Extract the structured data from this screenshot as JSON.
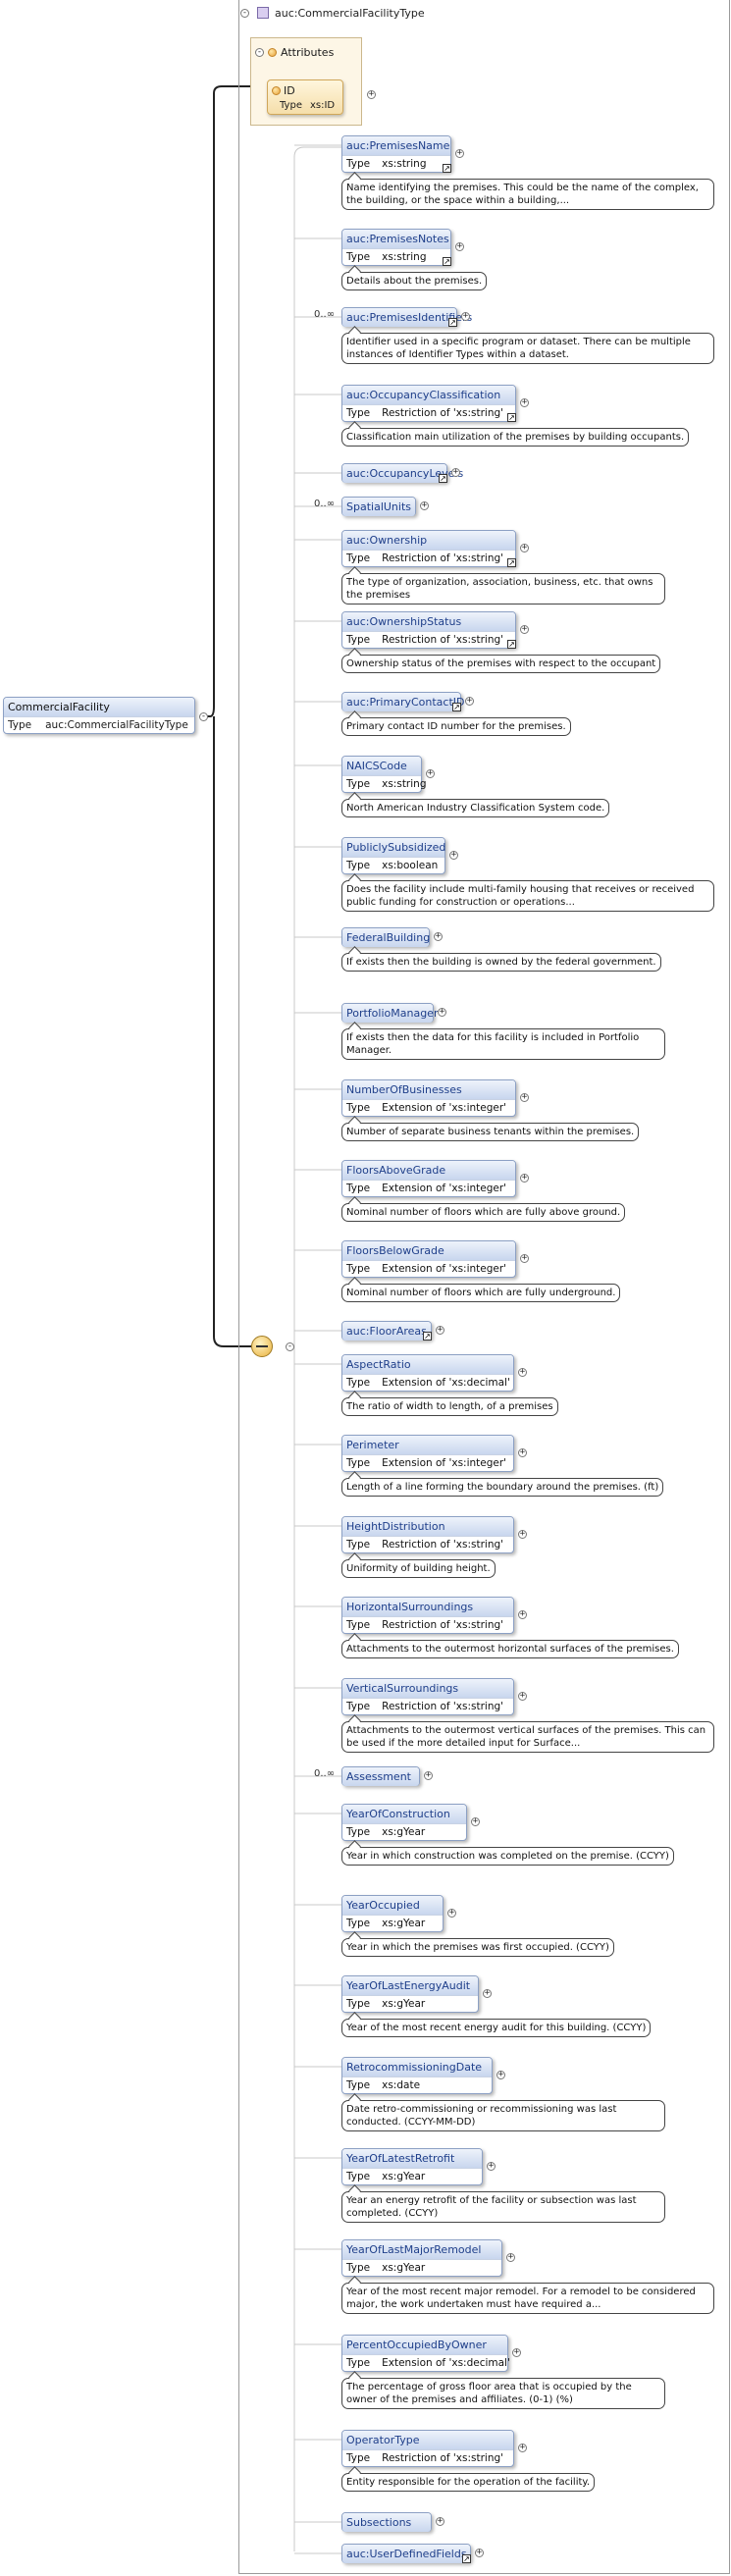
{
  "root": {
    "name": "CommercialFacility",
    "type_label": "Type",
    "type_value": "auc:CommercialFacilityType"
  },
  "complex_type": {
    "name": "auc:CommercialFacilityType",
    "attributes_label": "Attributes"
  },
  "attribute": {
    "name": "ID",
    "type_label": "Type",
    "type_value": "xs:ID"
  },
  "elements": [
    {
      "name": "auc:PremisesName",
      "type": "xs:string",
      "doc": "Name identifying the premises. This could be the name of the complex, the building, or the space within a building,...",
      "ref": true
    },
    {
      "name": "auc:PremisesNotes",
      "type": "xs:string",
      "doc": "Details about the premises.",
      "ref": true
    },
    {
      "name": "auc:PremisesIdentifiers",
      "card": "0..∞",
      "doc": "Identifier used in a specific program or dataset. There can be multiple instances of Identifier Types within a dataset.",
      "ref": true
    },
    {
      "name": "auc:OccupancyClassification",
      "type": "Restriction of 'xs:string'",
      "doc": "Classification main utilization of the premises by building occupants.",
      "ref": true
    },
    {
      "name": "auc:OccupancyLevels",
      "ref": true
    },
    {
      "name": "SpatialUnits",
      "card": "0..∞"
    },
    {
      "name": "auc:Ownership",
      "type": "Restriction of 'xs:string'",
      "doc": "The type of organization, association, business, etc. that owns the premises",
      "ref": true
    },
    {
      "name": "auc:OwnershipStatus",
      "type": "Restriction of 'xs:string'",
      "doc": "Ownership status of the premises with respect to the occupant",
      "ref": true
    },
    {
      "name": "auc:PrimaryContactID",
      "doc": "Primary contact ID number for the premises.",
      "ref": true
    },
    {
      "name": "NAICSCode",
      "type": "xs:string",
      "doc": "North American Industry Classification System code."
    },
    {
      "name": "PubliclySubsidized",
      "type": "xs:boolean",
      "doc": "Does the facility include multi-family housing that receives or received public funding for construction or operations..."
    },
    {
      "name": "FederalBuilding",
      "doc": "If exists then the building is owned by the federal government."
    },
    {
      "name": "PortfolioManager",
      "doc": "If exists then the data for this facility is included in Portfolio Manager."
    },
    {
      "name": "NumberOfBusinesses",
      "type": "Extension of 'xs:integer'",
      "doc": "Number of separate business tenants within the premises."
    },
    {
      "name": "FloorsAboveGrade",
      "type": "Extension of 'xs:integer'",
      "doc": "Nominal number of floors which are fully above ground."
    },
    {
      "name": "FloorsBelowGrade",
      "type": "Extension of 'xs:integer'",
      "doc": "Nominal number of floors which are fully underground."
    },
    {
      "name": "auc:FloorAreas",
      "ref": true
    },
    {
      "name": "AspectRatio",
      "type": "Extension of 'xs:decimal'",
      "doc": "The ratio of width to length, of a premises"
    },
    {
      "name": "Perimeter",
      "type": "Extension of 'xs:integer'",
      "doc": "Length of a line forming the boundary around the premises. (ft)"
    },
    {
      "name": "HeightDistribution",
      "type": "Restriction of 'xs:string'",
      "doc": "Uniformity of building height."
    },
    {
      "name": "HorizontalSurroundings",
      "type": "Restriction of 'xs:string'",
      "doc": "Attachments to the outermost horizontal surfaces of the premises."
    },
    {
      "name": "VerticalSurroundings",
      "type": "Restriction of 'xs:string'",
      "doc": "Attachments to the outermost vertical surfaces of the premises. This can be used if the more detailed input for Surface..."
    },
    {
      "name": "Assessment",
      "card": "0..∞"
    },
    {
      "name": "YearOfConstruction",
      "type": "xs:gYear",
      "doc": "Year in which construction was completed on the premise. (CCYY)"
    },
    {
      "name": "YearOccupied",
      "type": "xs:gYear",
      "doc": "Year in which the premises was first occupied. (CCYY)"
    },
    {
      "name": "YearOfLastEnergyAudit",
      "type": "xs:gYear",
      "doc": "Year of the most recent energy audit for this building. (CCYY)"
    },
    {
      "name": "RetrocommissioningDate",
      "type": "xs:date",
      "doc": "Date retro-commissioning or recommissioning was last conducted. (CCYY-MM-DD)"
    },
    {
      "name": "YearOfLatestRetrofit",
      "type": "xs:gYear",
      "doc": "Year an energy retrofit of the facility or subsection was last completed. (CCYY)"
    },
    {
      "name": "YearOfLastMajorRemodel",
      "type": "xs:gYear",
      "doc": "Year of the most recent major remodel. For a remodel to be considered major, the work undertaken must have required a..."
    },
    {
      "name": "PercentOccupiedByOwner",
      "type": "Extension of 'xs:decimal'",
      "doc": "The percentage of gross floor area that is occupied by the owner of the premises and affiliates. (0-1) (%)"
    },
    {
      "name": "OperatorType",
      "type": "Restriction of 'xs:string'",
      "doc": "Entity responsible for the operation of the facility."
    },
    {
      "name": "Subsections"
    },
    {
      "name": "auc:UserDefinedFields",
      "ref": true
    }
  ],
  "labels": {
    "type": "Type",
    "collapse": "-",
    "expand": "+",
    "ref_arrow": "↗"
  }
}
